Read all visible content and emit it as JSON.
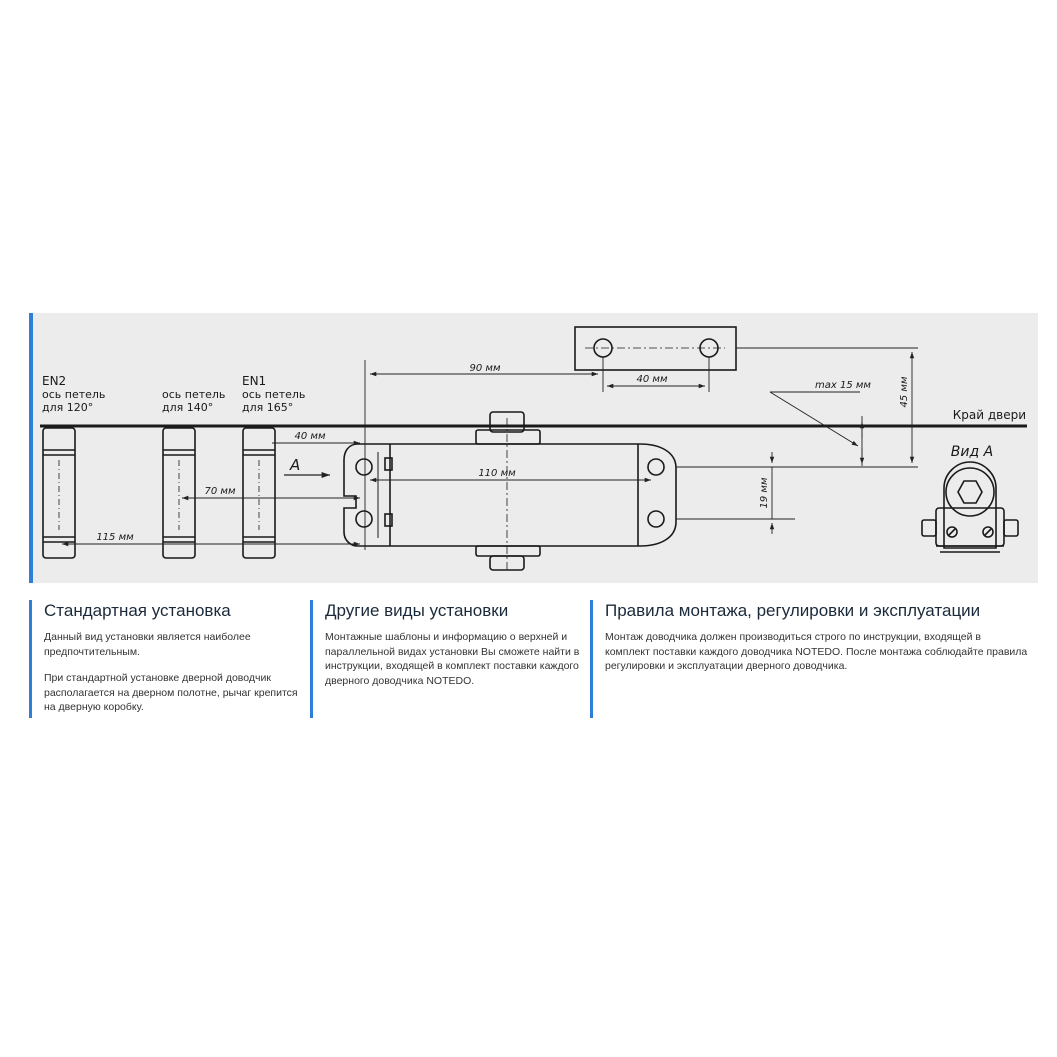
{
  "diagram": {
    "hinges": [
      {
        "code": "EN2",
        "line1": "ось петель",
        "line2": "для 120°"
      },
      {
        "code": "",
        "line1": "ось петель",
        "line2": "для 140°"
      },
      {
        "code": "EN1",
        "line1": "ось петель",
        "line2": "для 165°"
      }
    ],
    "dimensions": {
      "d90": "90 мм",
      "d40_top": "40 мм",
      "max15": "max 15  мм",
      "d45": "45 мм",
      "d40_left": "40 мм",
      "d110": "110 мм",
      "d70": "70  мм",
      "d19": "19 мм",
      "d115": "115 мм"
    },
    "door_edge_label": "Край двери",
    "view_arrow_label": "A",
    "view_a_label": "Вид А"
  },
  "sections": [
    {
      "title": "Стандартная установка",
      "paragraphs": [
        "Данный вид установки является наиболее предпочтительным.",
        "При стандартной установке дверной доводчик располагается на дверном полотне, рычаг крепится на дверную коробку."
      ]
    },
    {
      "title": "Другие виды установки",
      "paragraphs": [
        "Монтажные шаблоны и информацию о верхней и параллельной видах установки Вы сможете найти в инструкции, входящей в комплект поставки каждого дверного доводчика NOTEDO."
      ]
    },
    {
      "title": "Правила монтажа, регулировки и эксплуатации",
      "paragraphs": [
        "Монтаж доводчика должен производиться строго по инструкции, входящей в комплект поставки каждого доводчика NOTEDO. После монтажа соблюдайте правила регулировки и эксплуатации дверного доводчика."
      ]
    }
  ]
}
